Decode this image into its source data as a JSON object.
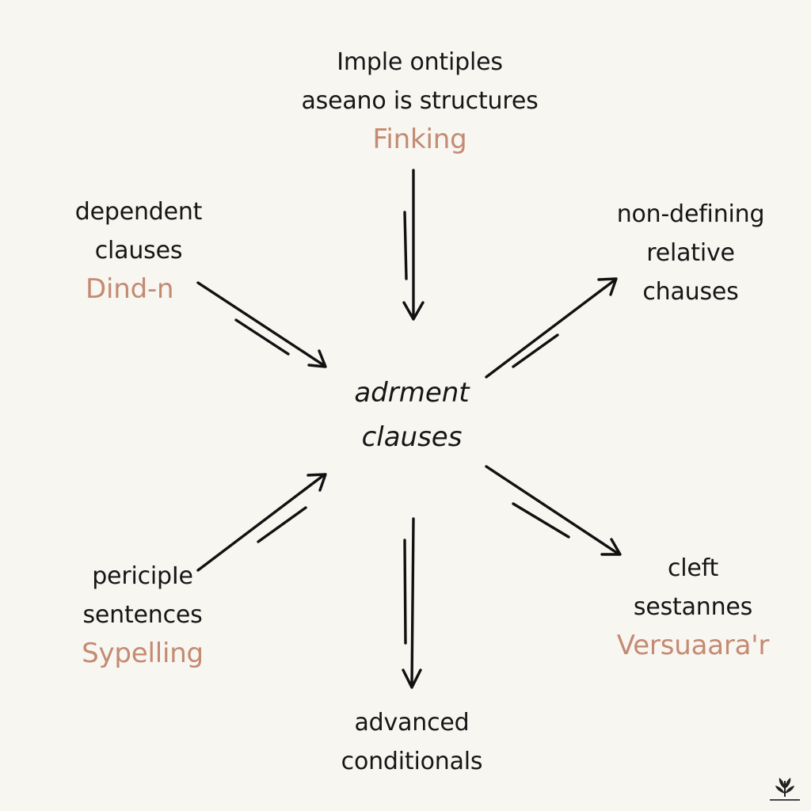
{
  "center": {
    "line1": "adrment",
    "line2": "clauses"
  },
  "top": {
    "line1": "Imple ontiples",
    "line2": "aseano is structures",
    "accent": "Finking"
  },
  "top_left": {
    "line1": "dependent",
    "line2": "clauses",
    "accent": "Dind-n"
  },
  "top_right": {
    "line1": "non-defining",
    "line2": "relative",
    "line3": "chauses"
  },
  "bottom_left": {
    "line1": "pericipIe",
    "line2": "sentences",
    "accent": "Sypelling"
  },
  "bottom_right": {
    "line1": "cleft",
    "line2": "sestannes",
    "accent": "Versuaara'r"
  },
  "bottom": {
    "line1": "advanced",
    "line2": "conditionals"
  },
  "colors": {
    "background": "#f8f6f1",
    "text": "#161616",
    "accent": "#c48a72",
    "arrow": "#111111"
  },
  "icons": {
    "corner_logo": "plant-logo-icon"
  }
}
